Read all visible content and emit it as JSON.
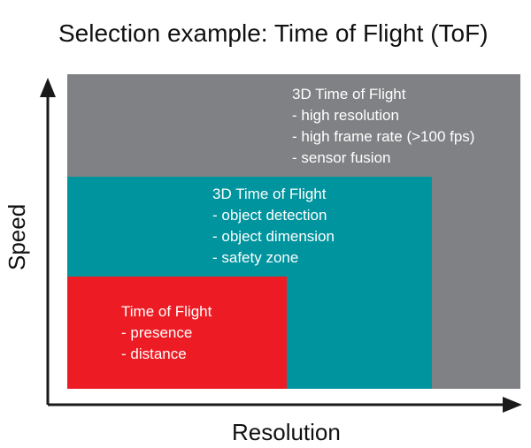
{
  "title": "Selection example: Time of Flight (ToF)",
  "axes": {
    "x_label": "Resolution",
    "y_label": "Speed"
  },
  "regions": [
    {
      "id": "high-end",
      "heading": "3D Time of Flight",
      "items": [
        "- high resolution",
        "- high frame rate (>100 fps)",
        "- sensor fusion"
      ],
      "color": "#808184"
    },
    {
      "id": "mid-range",
      "heading": "3D Time of Flight",
      "items": [
        "- object detection",
        "- object dimension",
        "- safety zone"
      ],
      "color": "#00949e"
    },
    {
      "id": "basic",
      "heading": "Time of Flight",
      "items": [
        "- presence",
        "- distance"
      ],
      "color": "#ed1c24"
    }
  ],
  "colors": {
    "axis": "#1a1a1a",
    "text_on_region": "#ffffff"
  }
}
